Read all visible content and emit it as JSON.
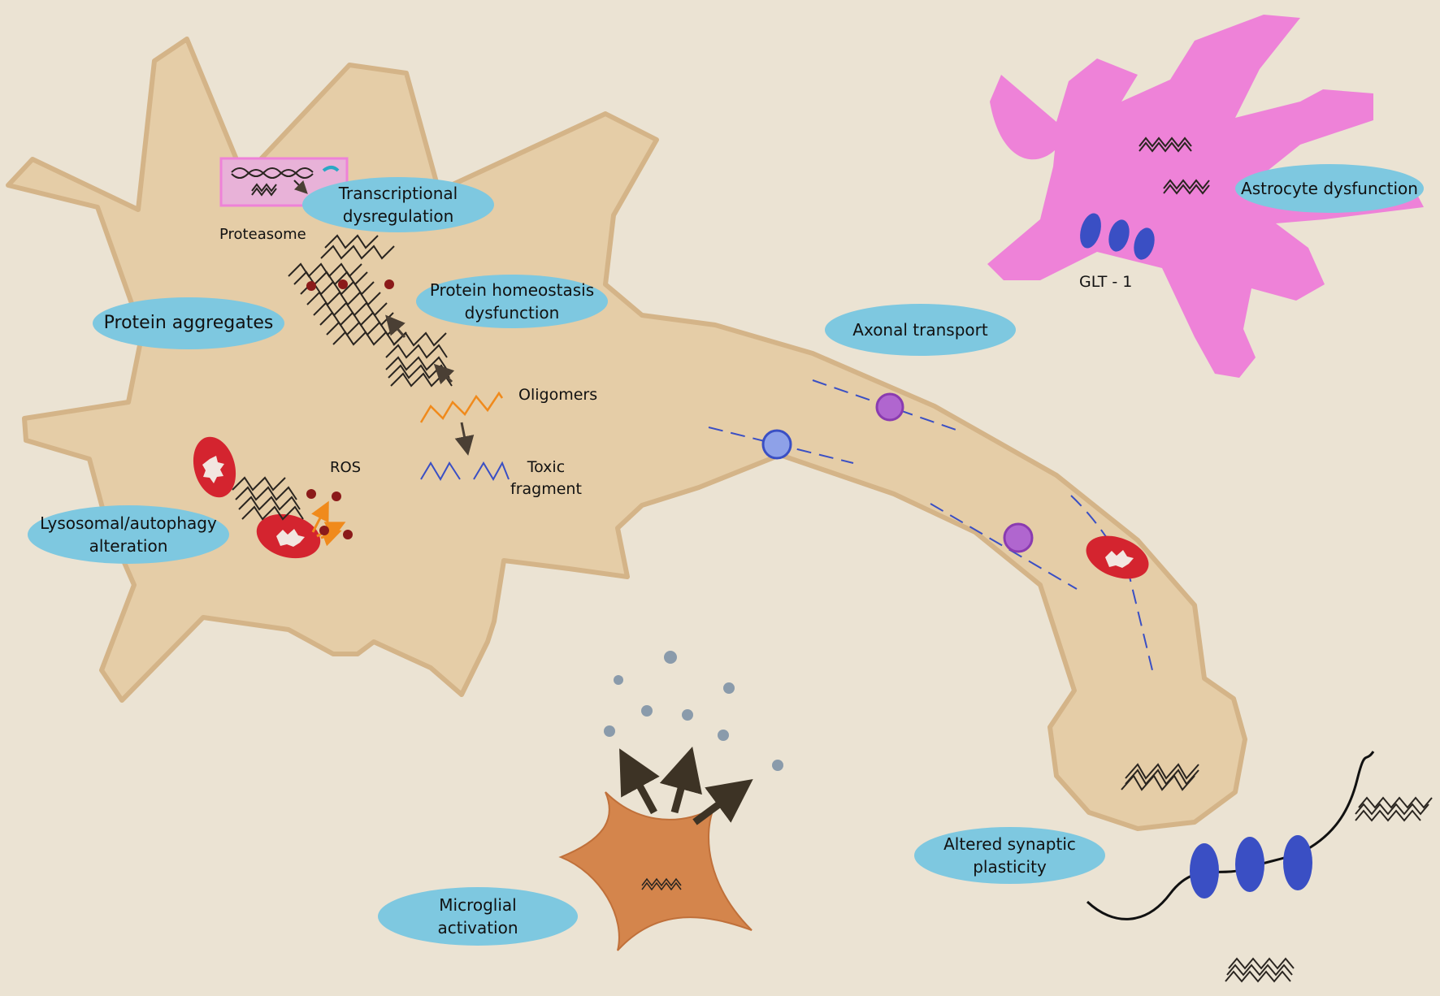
{
  "labels": {
    "transcriptional": [
      "Transcriptional",
      "dysregulation"
    ],
    "protein_aggregates": "Protein aggregates",
    "proteostasis": [
      "Protein homeostasis",
      "dysfunction"
    ],
    "lysosomal": [
      "Lysosomal/autophagy",
      "alteration"
    ],
    "axonal_transport": "Axonal transport",
    "astrocyte": "Astrocyte dysfunction",
    "synaptic": [
      "Altered synaptic",
      "plasticity"
    ],
    "microglial": [
      "Microglial",
      "activation"
    ]
  },
  "annotations": {
    "proteasome": "Proteasome",
    "oligomers": "Oligomers",
    "toxic_fragment": [
      "Toxic",
      "fragment"
    ],
    "ros": "ROS",
    "glt1": "GLT - 1"
  },
  "colors": {
    "background": "#ebe3d3",
    "neuron_fill": "#e5cda7",
    "neuron_outline": "#d4b488",
    "astrocyte": "#ee82d8",
    "microglia": "#d4854c",
    "label_oval": "#7ec8e0",
    "mitochondria": "#d4242f",
    "transporter": "#3a4fc4",
    "vesicle": "#b066cf",
    "oligomer": "#f08a1c",
    "cytokine": "#8a9bab"
  }
}
